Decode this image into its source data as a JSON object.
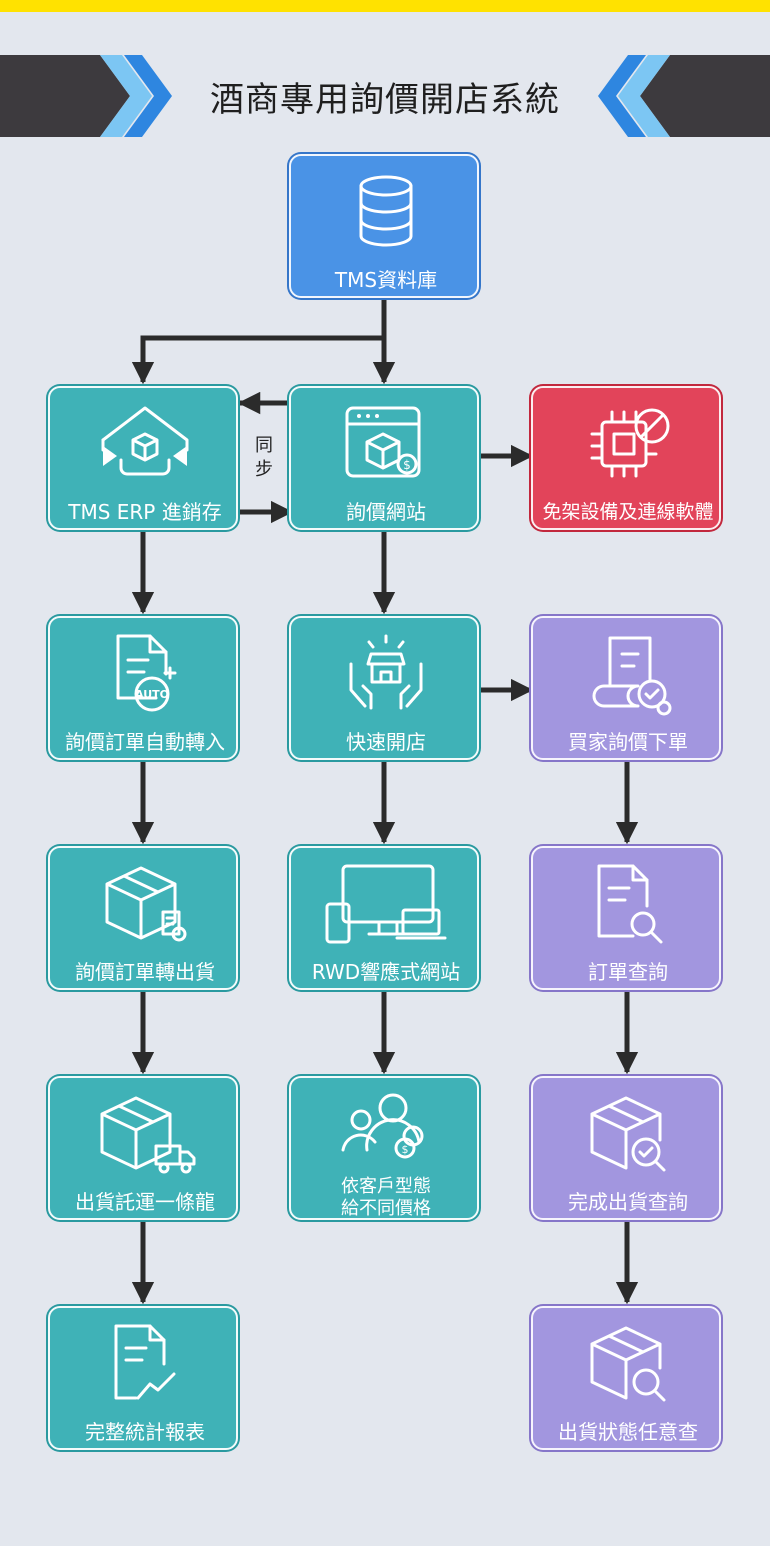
{
  "title": "酒商專用詢價開店系統",
  "colors": {
    "top_bar": "#ffe200",
    "background": "#e3e7ee",
    "banner_dark": "#3d3a3e",
    "banner_chevron_light": "#7cc6f3",
    "banner_chevron_dark": "#2e86e0",
    "teal": "#3fb2b7",
    "blue": "#4a93e6",
    "red": "#e2445a",
    "purple": "#a296df",
    "arrow": "#2b2b2b"
  },
  "sync_label": "同步",
  "nodes": {
    "tms_db": {
      "label": "TMS資料庫",
      "icon": "database-icon"
    },
    "erp": {
      "label": "TMS ERP 進銷存",
      "icon": "warehouse-box-icon"
    },
    "inquiry_site": {
      "label": "詢價網站",
      "icon": "browser-package-icon"
    },
    "no_setup": {
      "label": "免架設備及連線軟體",
      "icon": "chip-blocked-icon"
    },
    "auto_import": {
      "label": "詢價訂單自動轉入",
      "icon": "document-auto-icon"
    },
    "quick_store": {
      "label": "快速開店",
      "icon": "store-hands-icon"
    },
    "buyer_order": {
      "label": "買家詢價下單",
      "icon": "receipt-chat-icon"
    },
    "order_to_ship": {
      "label": "詢價訂單轉出貨",
      "icon": "box-invoice-icon"
    },
    "rwd_site": {
      "label": "RWD響應式網站",
      "icon": "devices-icon"
    },
    "order_query": {
      "label": "訂單查詢",
      "icon": "document-search-icon"
    },
    "shipping": {
      "label": "出貨託運一條龍",
      "icon": "box-truck-icon"
    },
    "customer_price": {
      "label_line1": "依客戶型態",
      "label_line2": "給不同價格",
      "icon": "users-price-icon"
    },
    "shipped_query": {
      "label": "完成出貨查詢",
      "icon": "box-check-icon"
    },
    "report": {
      "label": "完整統計報表",
      "icon": "document-chart-icon"
    },
    "status_query": {
      "label": "出貨狀態任意查",
      "icon": "box-search-icon"
    }
  }
}
